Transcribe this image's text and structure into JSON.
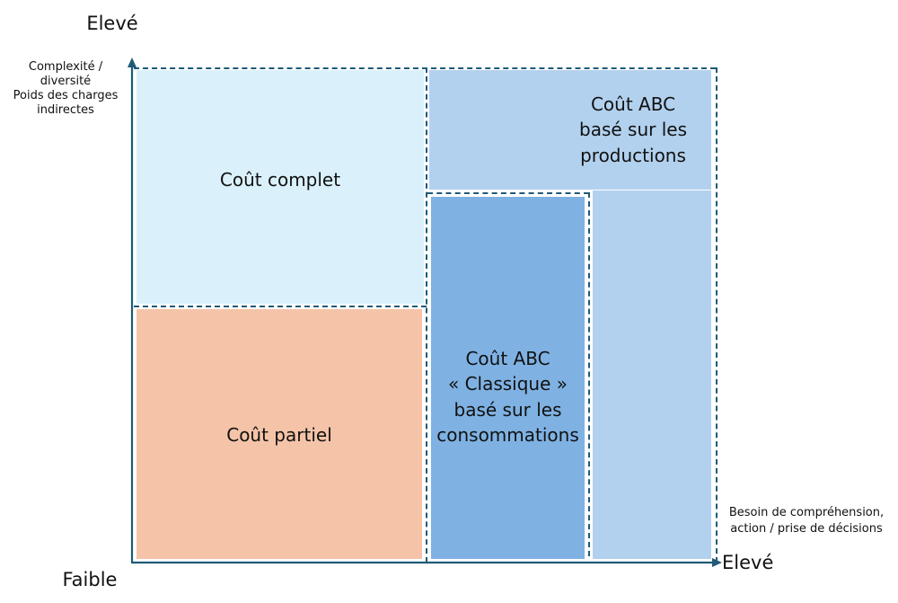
{
  "axes": {
    "y_high_label": "Elevé",
    "y_axis_title": [
      "Complexité /",
      "diversité",
      "Poids des charges",
      "indirectes"
    ],
    "x_low_label": "Faible",
    "x_axis_title": [
      "Besoin de compréhension,",
      "action / prise de décisions"
    ],
    "x_high_label": "Elevé"
  },
  "zones": {
    "cout_complet": {
      "label": "Coût complet",
      "color": "#daf1fb"
    },
    "cout_partiel": {
      "label": "Coût partiel",
      "color": "#f5c4a8"
    },
    "abc_productions": {
      "lines": [
        "Coût ABC",
        "basé sur les",
        "productions"
      ],
      "color": "#b2d1ee"
    },
    "abc_classique": {
      "lines": [
        "Coût ABC",
        "« Classique »",
        "basé sur les",
        "consommations"
      ],
      "color": "#7fb2e3"
    }
  },
  "colors": {
    "axis": "#1f5a78",
    "dash": "#1f5a78"
  }
}
